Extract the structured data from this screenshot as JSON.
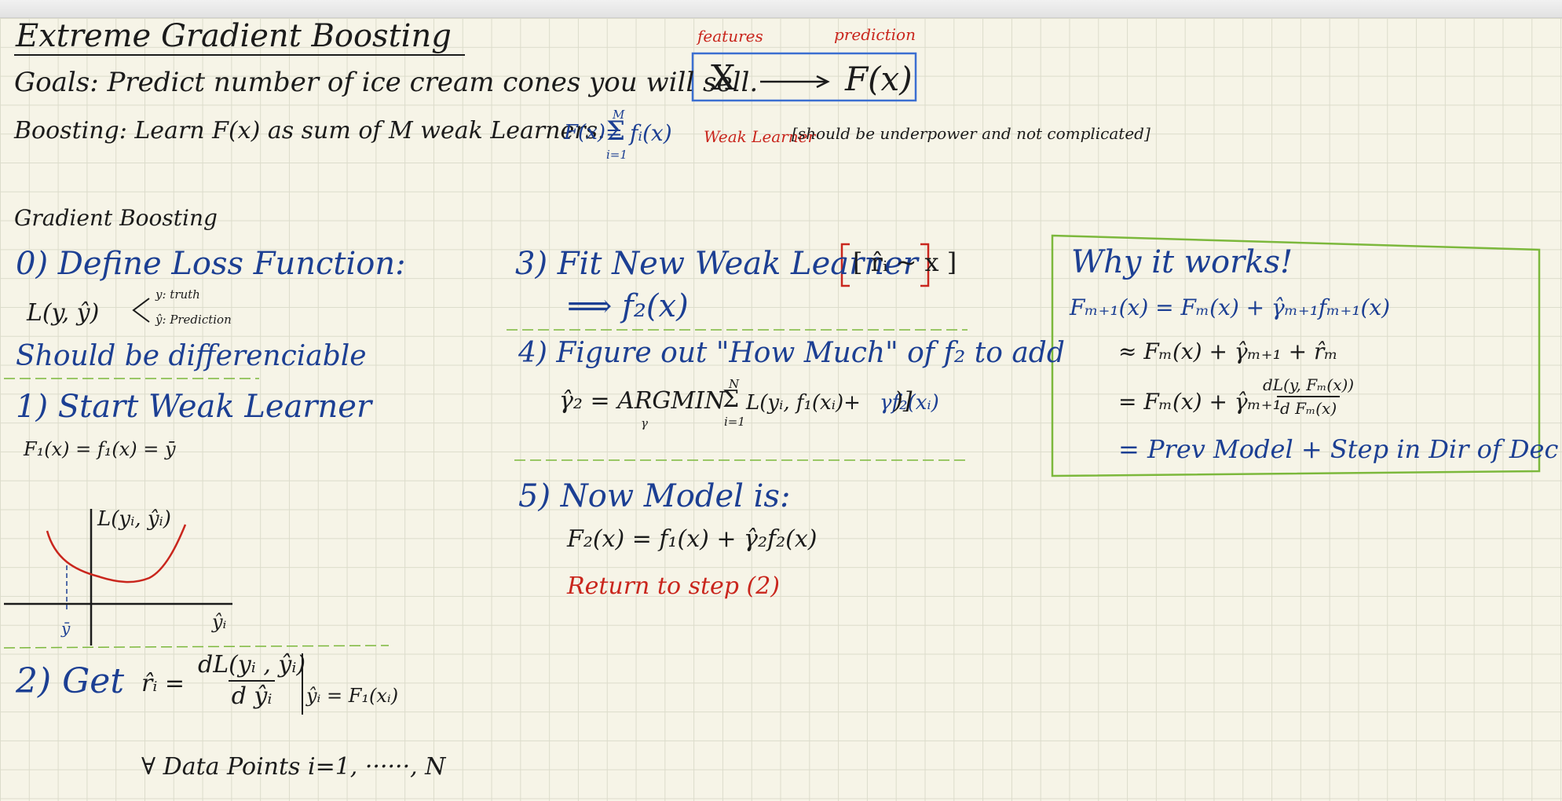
{
  "title": "Extreme Gradient Boosting",
  "goals": "Goals: Predict number of ice cream cones you will sell.",
  "mapping": {
    "features_label": "features",
    "prediction_label": "prediction",
    "x": "X",
    "fx": "F(x)"
  },
  "boosting": {
    "text": "Boosting: Learn F(x) as sum of M weak Learners.",
    "formula_lhs": "F(x)=",
    "formula_sum": "Σ",
    "formula_top": "M",
    "formula_bottom": "i=1",
    "formula_rhs": "fᵢ(x)",
    "weak_learner_label": "Weak Learner",
    "weak_learner_note": "[should be underpower and not complicated]"
  },
  "gradient_boosting": {
    "heading": "Gradient Boosting",
    "step0": {
      "title": "0) Define Loss Function:",
      "loss": "L(y, ŷ)",
      "y_note": "y: truth",
      "yhat_note": "ŷ: Prediction",
      "differentiable": "Should be differenciable"
    },
    "step1": {
      "title": "1) Start Weak Learner",
      "formula": "F₁(x) = f₁(x) = ȳ"
    },
    "graph": {
      "ylabel": "L(yᵢ, ŷᵢ)",
      "xlabel": "ŷᵢ",
      "mark": "ȳ"
    },
    "step2": {
      "title": "2) Get",
      "r": "r̂ᵢ =",
      "num": "dL(yᵢ , ŷᵢ)",
      "den": "d ŷᵢ",
      "eval": "ŷᵢ = F₁(xᵢ)",
      "forall": "∀ Data Points  i=1, ······, N"
    },
    "step3": {
      "title": "3) Fit New Weak Learner",
      "bracket": "[ r̂ᵢ ~ x ]",
      "result": "⟹ f₂(x)"
    },
    "step4": {
      "title": "4) Figure out \"How Much\" of f₂ to add",
      "gamma": "γ̂₂ = ARGMIN",
      "gamma_sub": "γ",
      "sum_top": "N",
      "sum": "Σ",
      "sum_bottom": "i=1",
      "inner_black": "L(yᵢ, f₁(xᵢ)+",
      "inner_blue": "γf₂(xᵢ)",
      "close": ")]"
    },
    "step5": {
      "title": "5) Now Model is:",
      "formula": "F₂(x) = f₁(x) + γ̂₂f₂(x)",
      "return": "Return to step (2)"
    }
  },
  "why": {
    "title": "Why it works!",
    "line1": "Fₘ₊₁(x) = Fₘ(x) + γ̂ₘ₊₁fₘ₊₁(x)",
    "line2": "≈ Fₘ(x) + γ̂ₘ₊₁ + r̂ₘ",
    "line3_prefix": "= Fₘ(x) + γ̂ₘ₊₁",
    "line3_num": "dL(y, Fₘ(x))",
    "line3_den": "d Fₘ(x)",
    "line4": "= Prev Model + Step in Dir of Dec Loss"
  },
  "colors": {
    "ink": "#1b1b1b",
    "blue": "#1c3f93",
    "red": "#c9261d",
    "green": "#7cb83c",
    "box_blue": "#3b6fd1"
  }
}
